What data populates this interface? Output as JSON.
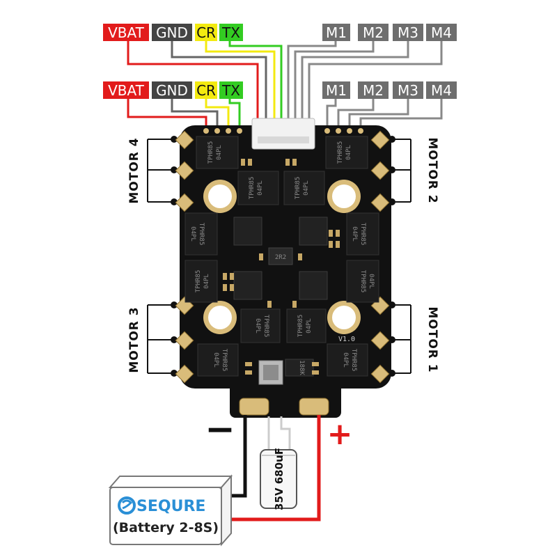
{
  "top_labels": {
    "vbat": "VBAT",
    "gnd": "GND",
    "cr": "CR",
    "tx": "TX",
    "m1": "M1",
    "m2": "M2",
    "m3": "M3",
    "m4": "M4"
  },
  "motors": {
    "motor1": "MOTOR 1",
    "motor2": "MOTOR 2",
    "motor3": "MOTOR 3",
    "motor4": "MOTOR 4"
  },
  "board": {
    "mosfet_line1": "TPHR85",
    "mosfet_line2": "04PL",
    "version": "V1.0",
    "inductor": "2R2",
    "driver": "188K"
  },
  "power": {
    "negative": "−",
    "positive": "+",
    "capacitor": "35V 680uF"
  },
  "battery": {
    "brand": "SEQURE",
    "label": "(Battery 2-8S)"
  },
  "colors": {
    "vbat": "#e21b1b",
    "gnd": "#444444",
    "cr": "#f3ea10",
    "tx": "#33cc22",
    "motor_tag": "#6e6e6e",
    "board": "#111111",
    "pad": "#d9bc7a",
    "wire_red": "#e21b1b",
    "wire_black": "#111111",
    "brand": "#2a8fd6"
  }
}
